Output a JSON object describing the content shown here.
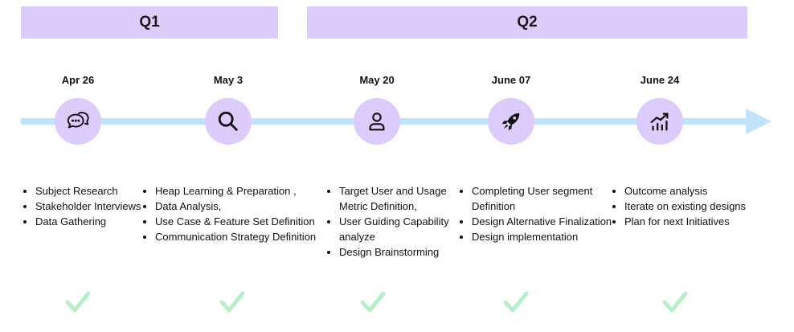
{
  "quarters": {
    "q1": "Q1",
    "q2": "Q2"
  },
  "milestones": [
    {
      "date": "Apr 26",
      "icon": "chat-bubbles-icon",
      "tasks": [
        "Subject Research",
        "Stakeholder Interviews",
        " Data Gathering"
      ]
    },
    {
      "date": "May 3",
      "icon": "search-icon",
      "tasks": [
        "Heap Learning & Preparation ,",
        "Data Analysis,",
        "Use Case & Feature Set Definition",
        "Communication Strategy Definition"
      ]
    },
    {
      "date": "May 20",
      "icon": "user-icon",
      "tasks": [
        "Target User and Usage Metric Definition,",
        "User Guiding Capability analyze",
        "Design Brainstorming"
      ]
    },
    {
      "date": "June 07",
      "icon": "rocket-icon",
      "tasks": [
        "Completing User segment Definition",
        "Design Alternative Finalization",
        "Design implementation"
      ]
    },
    {
      "date": "June 24",
      "icon": "growth-chart-icon",
      "tasks": [
        "Outcome analysis",
        "Iterate on existing designs",
        "Plan for next Initiatives"
      ]
    }
  ],
  "colors": {
    "quarter_bg": "#dccbfb",
    "milestone_circle": "#dccbfb",
    "track": "#bfe3fb",
    "check": "#b5f0c8"
  }
}
